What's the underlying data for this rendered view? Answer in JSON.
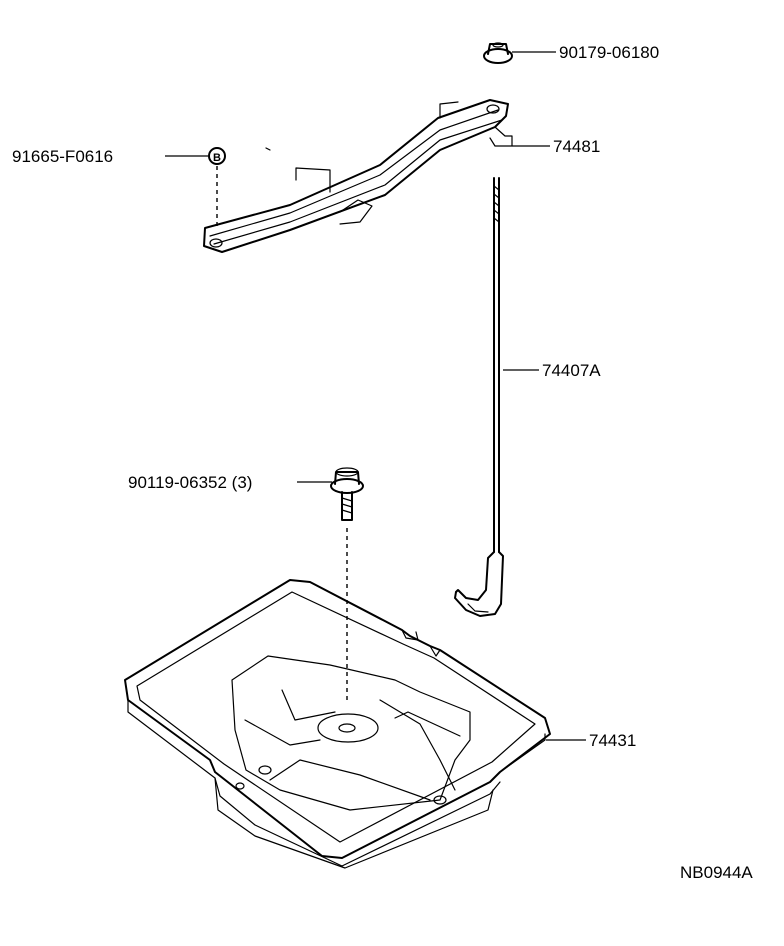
{
  "diagram": {
    "labels": {
      "nut": "90179-06180",
      "clip": "91665-F0616",
      "clip_marker": "B",
      "holder": "74481",
      "rod": "74407A",
      "bolt": "90119-06352 (3)",
      "tray": "74431",
      "drawing_id": "NB0944A"
    }
  }
}
